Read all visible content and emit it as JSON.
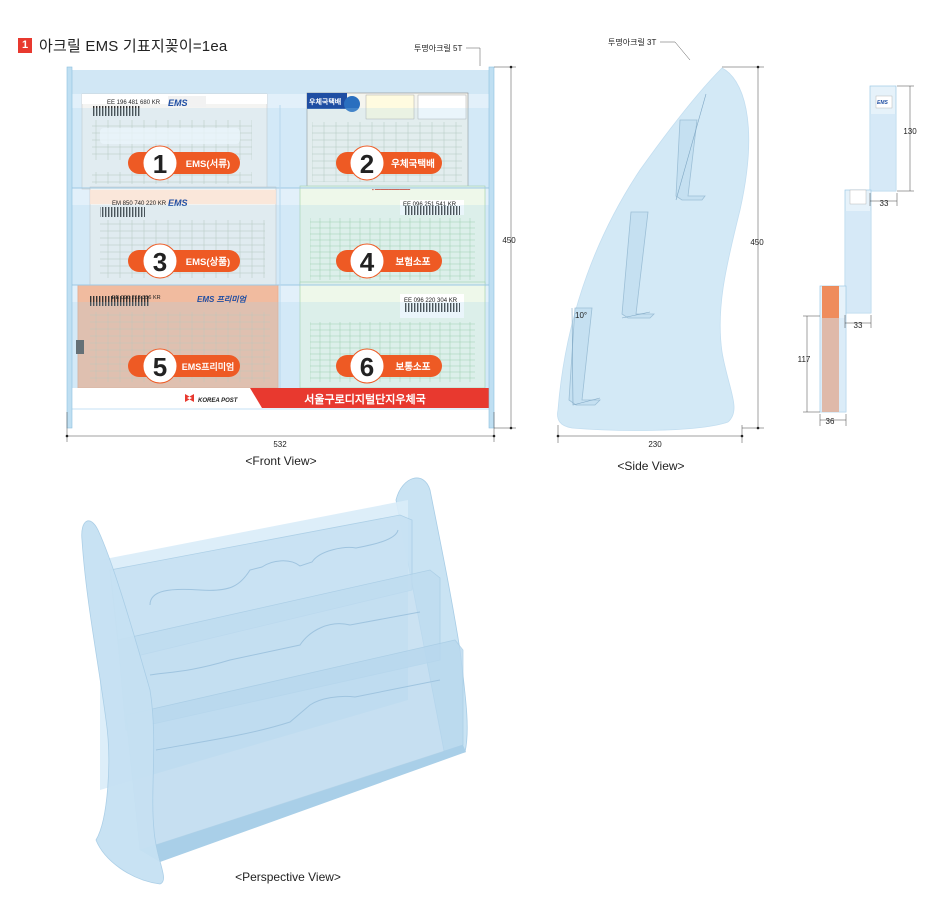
{
  "title": {
    "number": "1",
    "text": "아크릴 EMS 기표지꽂이=1ea"
  },
  "front_view": {
    "caption": "<Front View>",
    "material_label": "투명아크릴 5T",
    "width_dim": "532",
    "height_dim": "450",
    "slots": [
      {
        "number": "1",
        "label": "EMS(서류)"
      },
      {
        "number": "2",
        "label": "우체국택배"
      },
      {
        "number": "3",
        "label": "EMS(상품)"
      },
      {
        "number": "4",
        "label": "보험소포"
      },
      {
        "number": "5",
        "label": "EMS프리미엄"
      },
      {
        "number": "6",
        "label": "보통소포"
      }
    ],
    "brand": "KOREA POST",
    "office_name": "서울구로디지털단지우체국",
    "form_numbers": [
      "EE 196 481 680 KR",
      "EM 850 740 220 KR",
      "EE 096 251 541 KR",
      "EE 096 220 304 KR",
      "EE 096 218 356 KR"
    ],
    "ems_logo": "EMS",
    "premium_logo": "EMS 프리미엄",
    "parcel_title": "우체국택배"
  },
  "side_view": {
    "caption": "<Side View>",
    "material_label": "투명아크릴 3T",
    "width_dim": "230",
    "height_dim": "450",
    "angle": "10°"
  },
  "section_view": {
    "dims": [
      "130",
      "33",
      "33",
      "117",
      "36"
    ]
  },
  "perspective_view": {
    "caption": "<Perspective View>"
  },
  "colors": {
    "accent_red": "#e8392f",
    "pill_orange": "#ee5a24",
    "acrylic": "#cfe6f5",
    "acrylic_edge": "#9ec9e4",
    "section_orange": "#f07a3f"
  }
}
